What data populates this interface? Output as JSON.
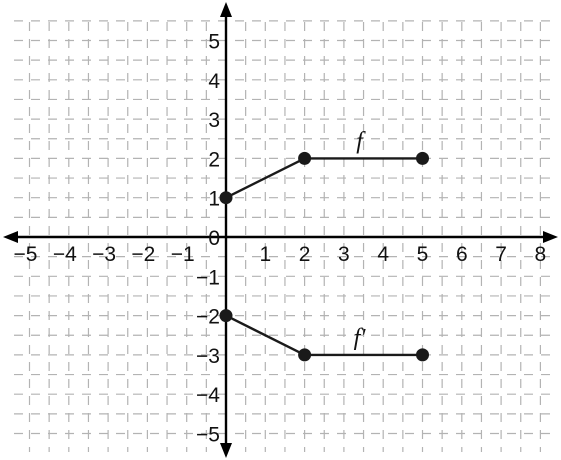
{
  "chart_data": {
    "type": "line",
    "title": "",
    "xlabel": "",
    "ylabel": "",
    "xlim": [
      -5,
      8
    ],
    "ylim": [
      -5,
      5
    ],
    "grid": true,
    "x_ticks": [
      "−5",
      "−4",
      "−3",
      "−2",
      "−1",
      "1",
      "2",
      "3",
      "4",
      "5",
      "6",
      "7",
      "8"
    ],
    "y_ticks": [
      "5",
      "4",
      "3",
      "2",
      "1",
      "0",
      "−1",
      "−2",
      "−3",
      "−4",
      "−5"
    ],
    "series": [
      {
        "name": "f",
        "points": [
          [
            0,
            1
          ],
          [
            2,
            2
          ],
          [
            5,
            2
          ]
        ]
      },
      {
        "name": "f'",
        "points": [
          [
            0,
            -2
          ],
          [
            2,
            -3
          ],
          [
            5,
            -3
          ]
        ]
      }
    ],
    "line_color": "#1a1a1a",
    "grid_color": "#b3b3b3"
  }
}
